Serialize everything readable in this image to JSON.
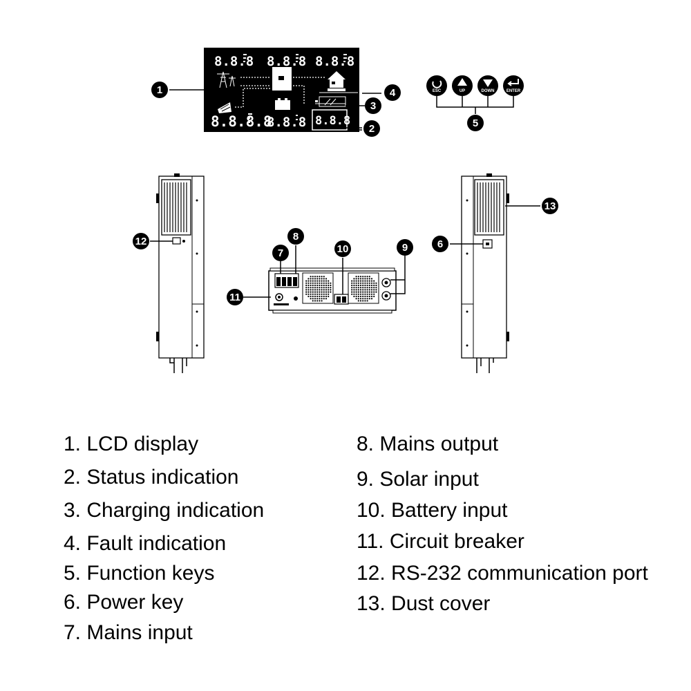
{
  "lcd": {
    "readouts": {
      "top_left": "8.8.8",
      "top_mid": "8.8.8",
      "top_right": "8.8.8",
      "bot_left": "8.8.8.8",
      "bot_mid": "8.8.8",
      "status": "8.8.8"
    }
  },
  "keys": [
    {
      "label": "ESC"
    },
    {
      "label": "UP"
    },
    {
      "label": "DOWN"
    },
    {
      "label": "ENTER"
    }
  ],
  "callouts": [
    "1",
    "2",
    "3",
    "4",
    "5",
    "6",
    "7",
    "8",
    "9",
    "10",
    "11",
    "12",
    "13"
  ],
  "legend": {
    "left": [
      "1. LCD display",
      "2. Status indication",
      "3. Charging indication",
      "4. Fault indication",
      "5. Function keys",
      "6. Power key",
      "7. Mains input"
    ],
    "right": [
      "8. Mains output",
      "9. Solar input",
      "10. Battery input",
      "11. Circuit breaker",
      "12. RS-232 communication port",
      "13. Dust cover"
    ]
  }
}
